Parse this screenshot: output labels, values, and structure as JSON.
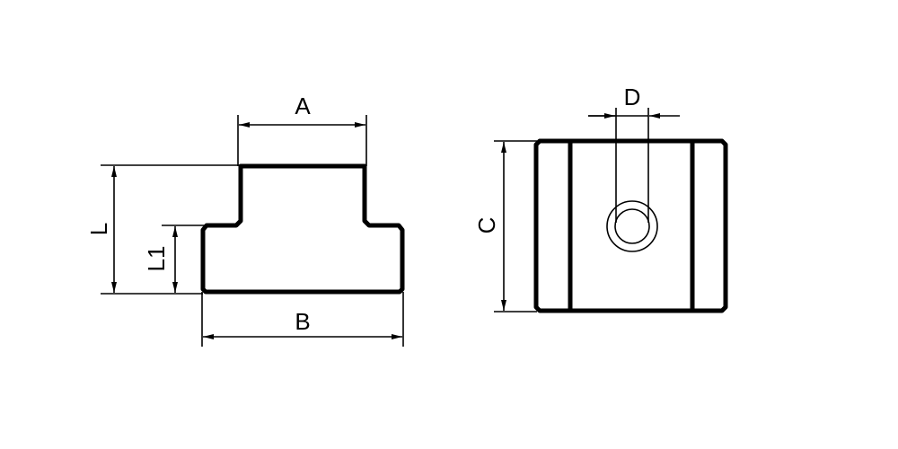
{
  "labels": {
    "A": "A",
    "B": "B",
    "C": "C",
    "D": "D",
    "L": "L",
    "L1": "L1"
  },
  "colors": {
    "line": "#000000",
    "background": "#ffffff"
  }
}
